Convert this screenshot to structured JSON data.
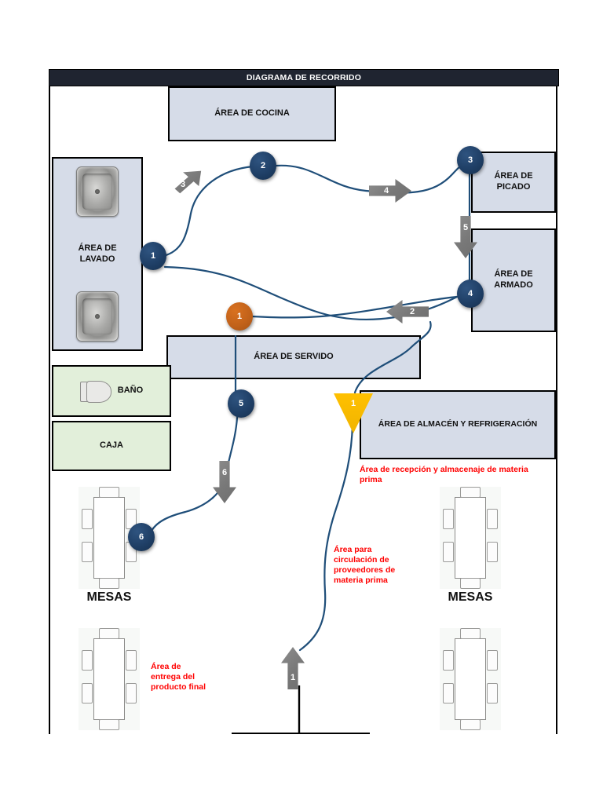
{
  "header": {
    "title": "DIAGRAMA DE RECORRIDO"
  },
  "colors": {
    "title_bar": "#1f2430",
    "room_fill": "#d6dce8",
    "room_fill_green": "#e2efda",
    "path_line": "#1f4e79",
    "marker_blue": "#1f3f66",
    "marker_orange": "#c2621a",
    "marker_yellow": "#ffc000",
    "arrow_grey": "#787878",
    "annotation_red": "#ff0000"
  },
  "rooms": [
    {
      "name": "cocina",
      "label": "ÁREA DE COCINA"
    },
    {
      "name": "lavado",
      "label": "ÁREA DE\nLAVADO",
      "line1": "ÁREA DE",
      "line2": "LAVADO"
    },
    {
      "name": "picado",
      "label": "ÁREA DE\nPICADO",
      "line1": "ÁREA DE",
      "line2": "PICADO"
    },
    {
      "name": "armado",
      "label": "ÁREA DE\nARMADO",
      "line1": "ÁREA DE",
      "line2": "ARMADO"
    },
    {
      "name": "servido",
      "label": "ÁREA DE SERVIDO"
    },
    {
      "name": "almacen",
      "label": "ÁREA DE ALMACÉN Y REFRIGERACIÓN"
    },
    {
      "name": "bano",
      "label": "BAÑO"
    },
    {
      "name": "caja",
      "label": "CAJA"
    }
  ],
  "mesas": [
    {
      "name": "mesas-left-top",
      "caption": "MESAS"
    },
    {
      "name": "mesas-right-top",
      "caption": "MESAS"
    },
    {
      "name": "mesas-left-bottom",
      "caption": ""
    },
    {
      "name": "mesas-right-bottom",
      "caption": ""
    }
  ],
  "markers": {
    "blue_circles": [
      {
        "id": "m1",
        "value": "1"
      },
      {
        "id": "m2",
        "value": "2"
      },
      {
        "id": "m3",
        "value": "3"
      },
      {
        "id": "m4",
        "value": "4"
      },
      {
        "id": "m5",
        "value": "5"
      },
      {
        "id": "m6",
        "value": "6"
      }
    ],
    "orange_circle": {
      "value": "1"
    },
    "yellow_triangle": {
      "value": "1"
    }
  },
  "transport_arrows": [
    {
      "id": "a3",
      "value": "3",
      "direction": "up-right"
    },
    {
      "id": "a4",
      "value": "4",
      "direction": "right"
    },
    {
      "id": "a5",
      "value": "5",
      "direction": "down"
    },
    {
      "id": "a2",
      "value": "2",
      "direction": "left"
    },
    {
      "id": "a6",
      "value": "6",
      "direction": "down"
    },
    {
      "id": "a1",
      "value": "1",
      "direction": "up"
    }
  ],
  "annotations": [
    {
      "name": "note-recepcion",
      "line1": "Área de recepción y almacenaje de",
      "line2": "materia prima"
    },
    {
      "name": "note-circulacion",
      "line1": "Área para",
      "line2": "circulación de",
      "line3": "proveedores de",
      "line4": "materia prima"
    },
    {
      "name": "note-entrega",
      "line1": "Área de",
      "line2": "entrega del",
      "line3": "producto final"
    }
  ]
}
